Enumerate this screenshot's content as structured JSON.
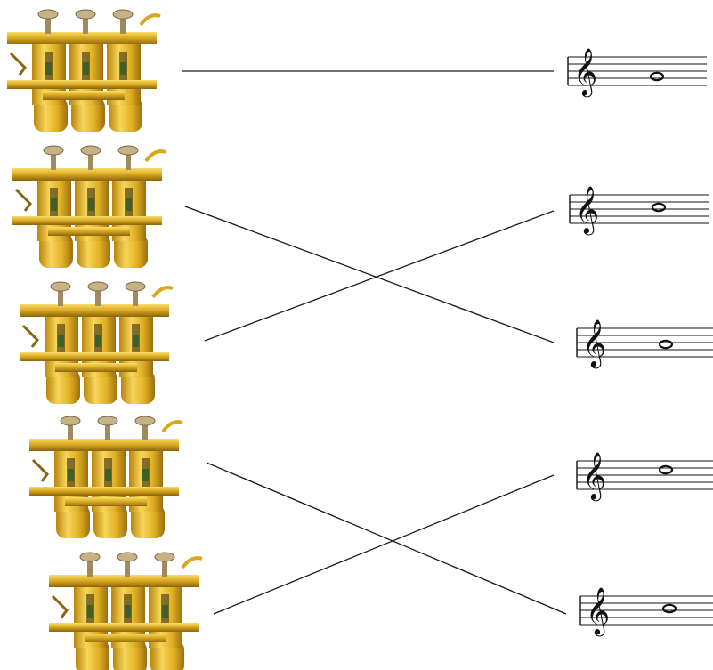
{
  "colors": {
    "background": "#ffffff",
    "brass_light": "#f4cf4a",
    "brass_mid": "#d9a71c",
    "brass_dark": "#8a6410",
    "valve_cap": "#b9a27a",
    "line": "#1a1a1a",
    "staff": "#111111"
  },
  "trumpets": [
    {
      "name": "trumpet-valves-1",
      "icon": "trumpet-valves-icon"
    },
    {
      "name": "trumpet-valves-2",
      "icon": "trumpet-valves-icon"
    },
    {
      "name": "trumpet-valves-3",
      "icon": "trumpet-valves-icon"
    },
    {
      "name": "trumpet-valves-4",
      "icon": "trumpet-valves-icon"
    },
    {
      "name": "trumpet-valves-5",
      "icon": "trumpet-valves-icon"
    }
  ],
  "staves": [
    {
      "name": "note-staff-1",
      "clef": "treble",
      "note": "whole-note"
    },
    {
      "name": "note-staff-2",
      "clef": "treble",
      "note": "whole-note"
    },
    {
      "name": "note-staff-3",
      "clef": "treble",
      "note": "whole-note"
    },
    {
      "name": "note-staff-4",
      "clef": "treble",
      "note": "whole-note"
    },
    {
      "name": "note-staff-5",
      "clef": "treble",
      "note": "whole-note"
    }
  ],
  "matches": [
    {
      "trumpet": 1,
      "staff": 1
    },
    {
      "trumpet": 2,
      "staff": 3
    },
    {
      "trumpet": 3,
      "staff": 2
    },
    {
      "trumpet": 4,
      "staff": 5
    },
    {
      "trumpet": 5,
      "staff": 4
    }
  ]
}
